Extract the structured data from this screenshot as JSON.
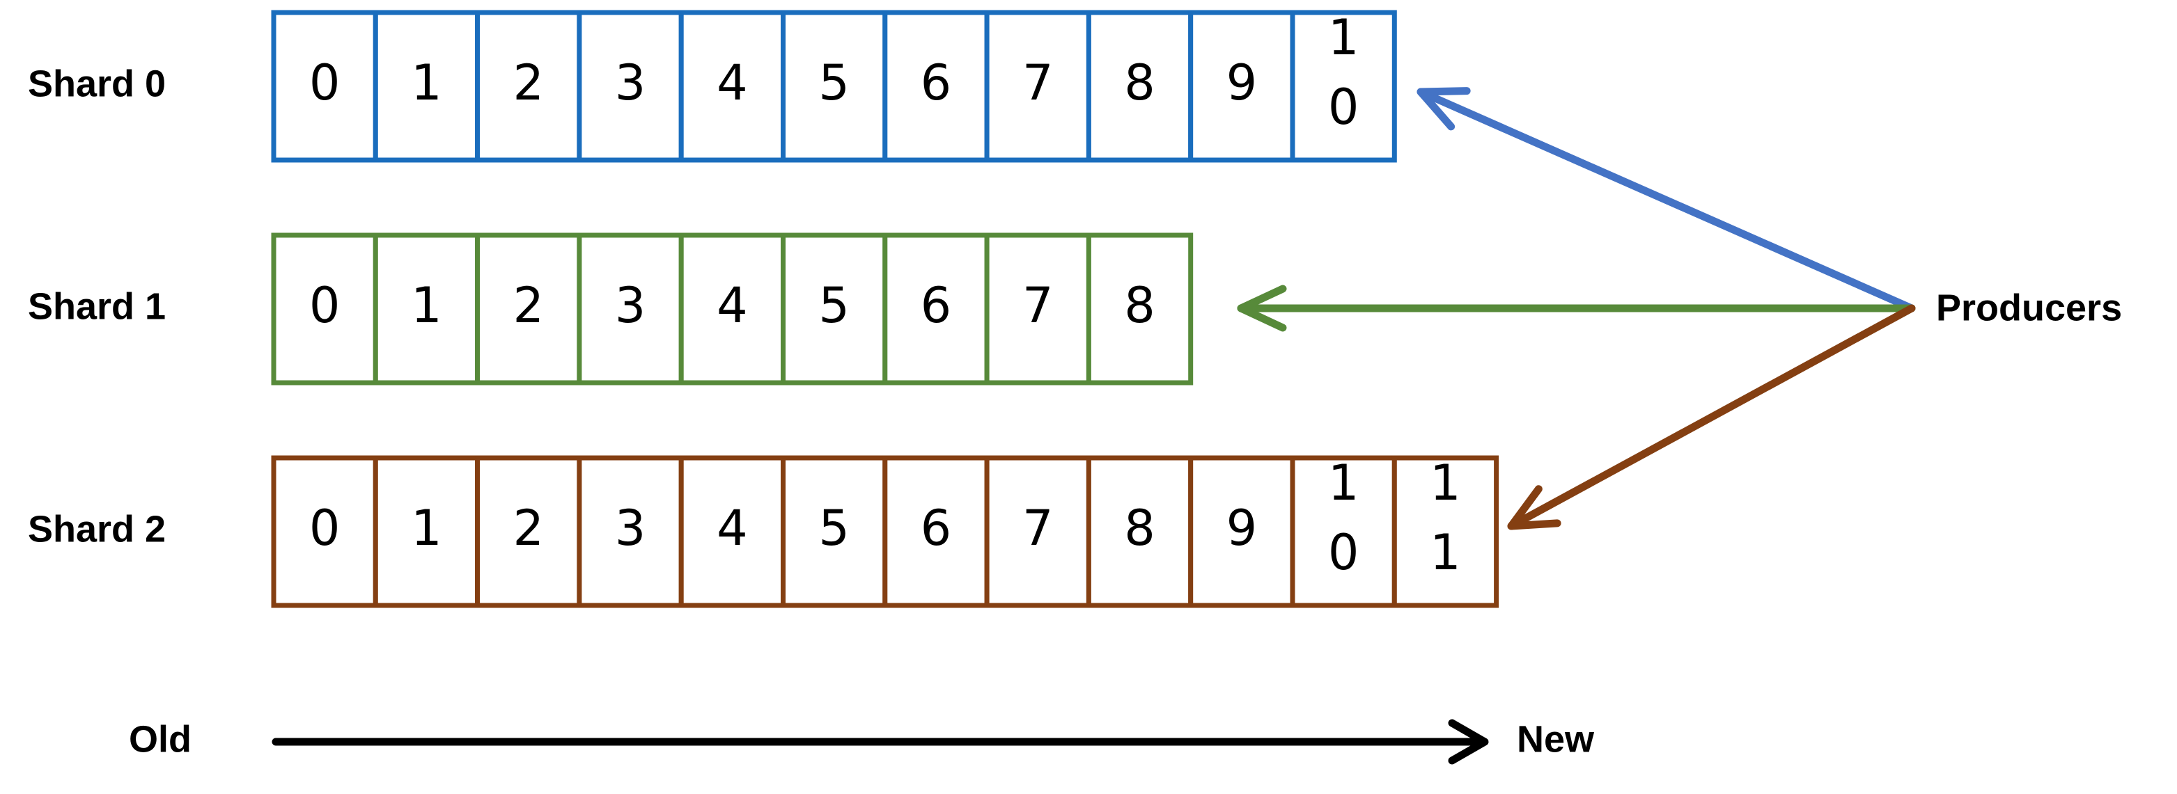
{
  "shards": [
    {
      "label": "Shard 0",
      "color": "#1a6dbd",
      "cells": [
        "0",
        "1",
        "2",
        "3",
        "4",
        "5",
        "6",
        "7",
        "8",
        "9",
        "10"
      ]
    },
    {
      "label": "Shard 1",
      "color": "#578a3a",
      "cells": [
        "0",
        "1",
        "2",
        "3",
        "4",
        "5",
        "6",
        "7",
        "8"
      ]
    },
    {
      "label": "Shard 2",
      "color": "#843f12",
      "cells": [
        "0",
        "1",
        "2",
        "3",
        "4",
        "5",
        "6",
        "7",
        "8",
        "9",
        "10",
        "11"
      ]
    }
  ],
  "producers_label": "Producers",
  "arrow_colors": [
    "#4473c5",
    "#578a3a",
    "#843f12"
  ],
  "timeline": {
    "old_label": "Old",
    "new_label": "New",
    "color": "#000000"
  }
}
